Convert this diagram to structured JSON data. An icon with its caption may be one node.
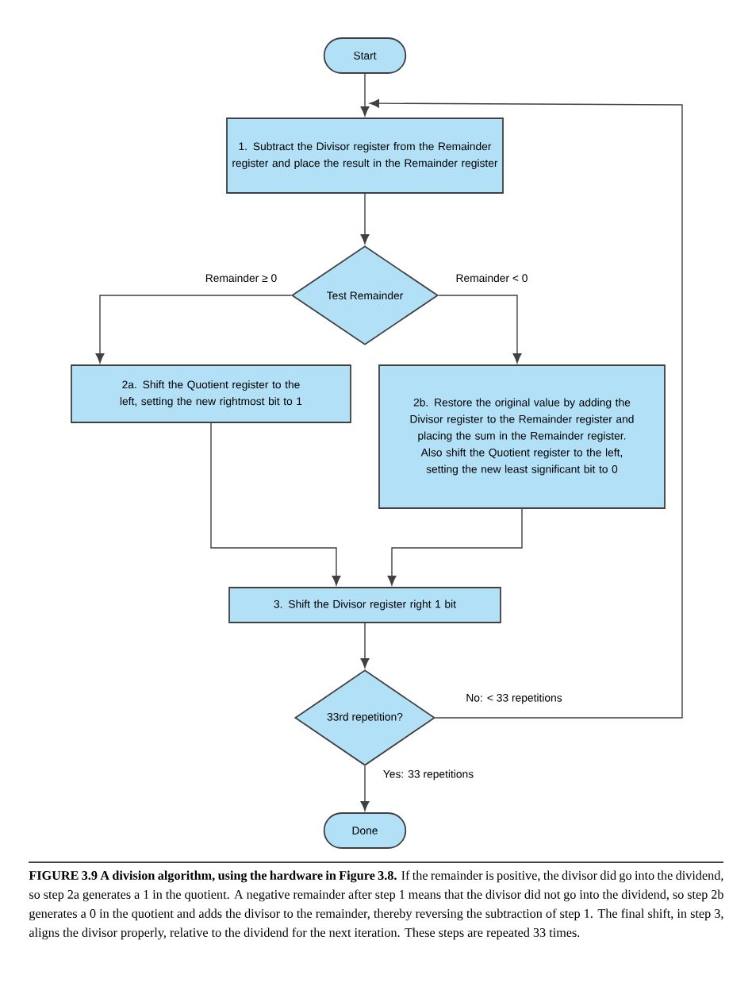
{
  "diagram": {
    "caption": "**FIGURE 3.9 A division algorithm, using the hardware in Figure 3.8.** If the remainder is positive, the divisor did go into the dividend, so step 2a generates a 1 in the quotient. A negative remainder after step 1 means that the divisor did not go into the dividend, so step 2b generates a 0 in the quotient and adds the divisor to the remainder, thereby reversing the subtraction of step 1. The final shift, in step 3, aligns the divisor properly, relative to the dividend for the next iteration. These steps are repeated 33 times.",
    "nodes": [
      {
        "text": [
          "Start"
        ]
      },
      {
        "text": [
          "1. Subtract the Divisor register from the Remainder register and place the result in the Remainder register"
        ]
      },
      {
        "text": [
          "Test Remainder"
        ]
      },
      {
        "text": [
          "2a. Shift the Quotient register to the left, setting the new rightmost bit to 1"
        ]
      },
      {
        "text": [
          "2b. Restore the original value by adding the Divisor register to the Remainder register and placing the sum in the Remainder register. Also shift the Quotient register to the left, setting the new least significant bit to 0"
        ]
      },
      {
        "text": [
          "3. Shift the Divisor register right 1 bit"
        ]
      },
      {
        "text": [
          "33rd repetition?"
        ]
      },
      {
        "text": [
          "Done"
        ]
      }
    ],
    "edges": [
      {
        "from": 0,
        "to": 1,
        "arrow": "to"
      },
      {
        "from": 1,
        "to": 2,
        "arrow": "to"
      },
      {
        "from": 2,
        "to": 3,
        "arrow": "to",
        "label": "Remainder ≥ 0"
      },
      {
        "from": 2,
        "to": 4,
        "arrow": "to",
        "label": "Remainder < 0"
      },
      {
        "from": 3,
        "to": 5,
        "arrow": "to"
      },
      {
        "from": 4,
        "to": 5,
        "arrow": "to"
      },
      {
        "from": 5,
        "to": 6,
        "arrow": "to"
      },
      {
        "from": 6,
        "to": 1,
        "arrow": "to",
        "label": "No: < 33 repetitions"
      },
      {
        "from": 6,
        "to": 7,
        "arrow": "to",
        "label": "Yes: 33 repetitions"
      }
    ]
  }
}
